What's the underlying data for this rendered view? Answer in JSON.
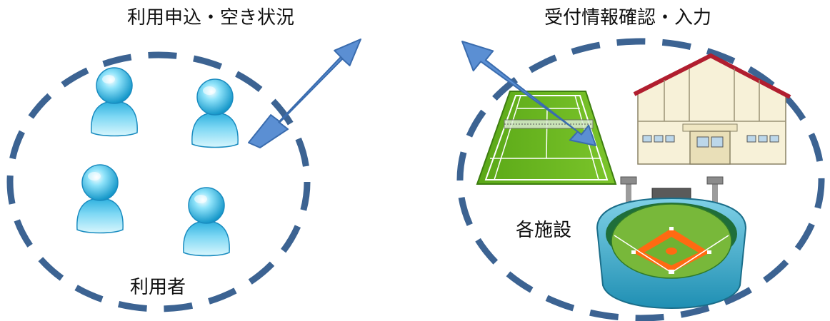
{
  "labels": {
    "left_caption": "利用申込・空き状況",
    "right_caption": "受付情報確認・入力",
    "users": "利用者",
    "facilities": "各施設"
  },
  "icons": {
    "user": "person-icon",
    "tennis": "tennis-court-icon",
    "gym": "gymnasium-icon",
    "stadium": "baseball-stadium-icon",
    "arrow": "double-headed-arrow-icon"
  },
  "colors": {
    "dashed_circle": "#3c6392",
    "arrow_fill": "#5b8fd3",
    "arrow_stroke": "#3a6cae",
    "user_light": "#c9f2fc",
    "user_dark": "#29a9da",
    "grass": "#6cbb1f",
    "roof": "#b11e2f",
    "infield": "#ff6a12"
  }
}
